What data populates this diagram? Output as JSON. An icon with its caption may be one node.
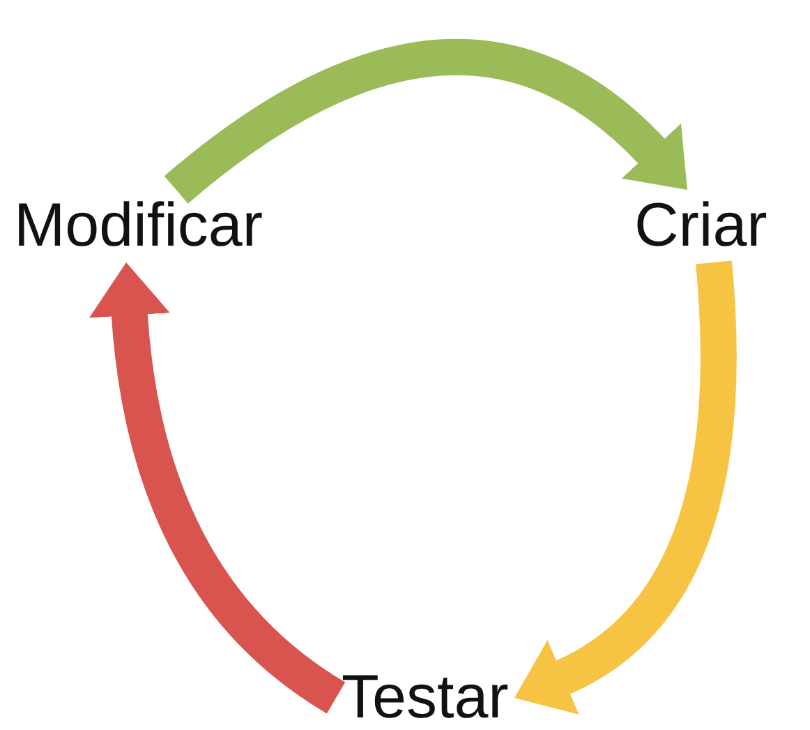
{
  "diagram": {
    "nodes": [
      {
        "text": [
          "Criar"
        ]
      },
      {
        "text": [
          "Testar"
        ]
      },
      {
        "text": [
          "Modificar"
        ]
      }
    ],
    "edges": [
      {
        "from": 2,
        "to": 0,
        "arrow": "to",
        "color": "#9bbb59"
      },
      {
        "from": 0,
        "to": 1,
        "arrow": "to",
        "color": "#f6c343"
      },
      {
        "from": 1,
        "to": 2,
        "arrow": "to",
        "color": "#d9534f"
      }
    ]
  }
}
